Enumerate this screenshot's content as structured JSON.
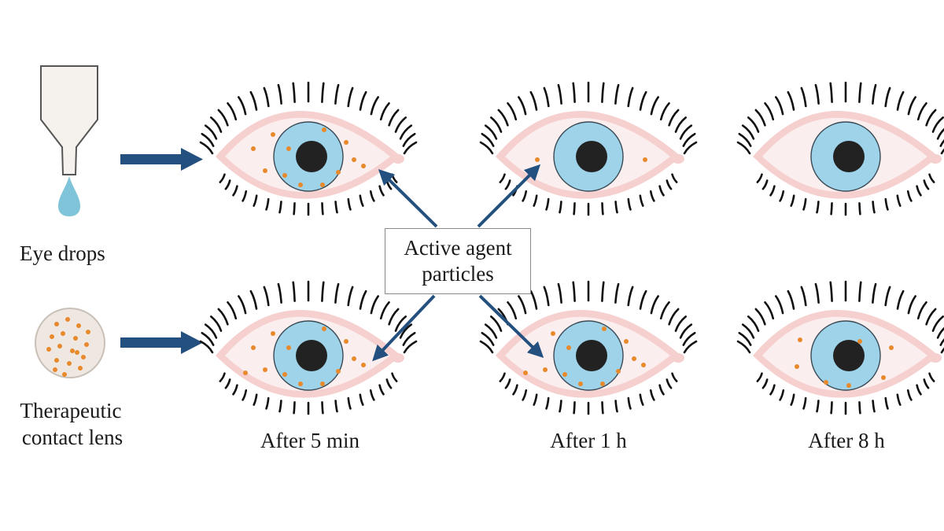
{
  "sources": {
    "eye_drops": {
      "label": "Eye drops",
      "icon": "eye-dropper-icon"
    },
    "contact_lens": {
      "label_line1": "Therapeutic",
      "label_line2": "contact lens",
      "icon": "contact-lens-icon"
    }
  },
  "callout": {
    "line1": "Active agent",
    "line2": "particles"
  },
  "time_labels": [
    "After 5 min",
    "After 1 h",
    "After 8 h"
  ],
  "eyes": {
    "eye_drops": [
      {
        "time": "After 5 min",
        "particles": 12
      },
      {
        "time": "After 1 h",
        "particles": 2
      },
      {
        "time": "After 8 h",
        "particles": 0
      }
    ],
    "contact_lens": [
      {
        "time": "After 5 min",
        "particles": 13
      },
      {
        "time": "After 1 h",
        "particles": 13
      },
      {
        "time": "After 8 h",
        "particles": 7
      }
    ]
  },
  "colors": {
    "iris": "#9fd3ea",
    "iris_stroke": "#3a4a55",
    "pupil": "#222222",
    "sclera": "#fbeeee",
    "lid_rim": "#f6cfcf",
    "particle": "#e8892b",
    "arrow": "#23507f",
    "lens_fill": "#efe8e2",
    "dropper_fill": "#f5f1ed",
    "drop": "#7fc4d8"
  }
}
